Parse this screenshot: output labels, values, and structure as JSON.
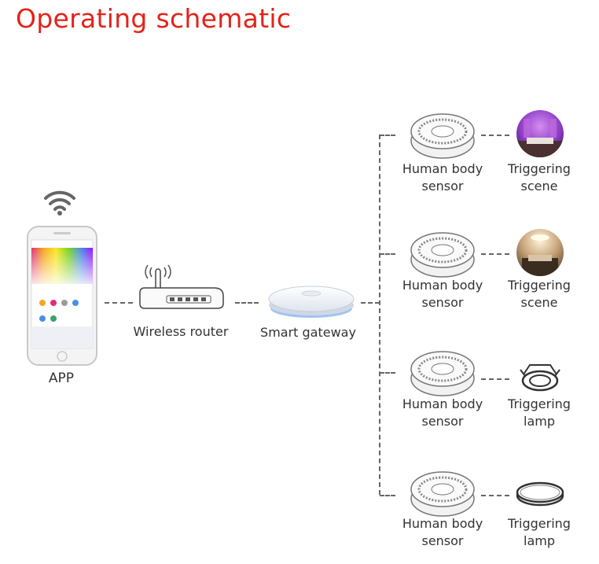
{
  "title": "Operating schematic",
  "labels": {
    "app": "APP",
    "router": "Wireless router",
    "gateway": "Smart gateway"
  },
  "rows": [
    {
      "sensor_line1": "Human body",
      "sensor_line2": "sensor",
      "trigger_line1": "Triggering",
      "trigger_line2": "scene",
      "trigger_icon": "purple-room-scene-icon"
    },
    {
      "sensor_line1": "Human body",
      "sensor_line2": "sensor",
      "trigger_line1": "Triggering",
      "trigger_line2": "scene",
      "trigger_icon": "warm-room-scene-icon"
    },
    {
      "sensor_line1": "Human body",
      "sensor_line2": "sensor",
      "trigger_line1": "Triggering",
      "trigger_line2": "lamp",
      "trigger_icon": "downlight-lamp-icon"
    },
    {
      "sensor_line1": "Human body",
      "sensor_line2": "sensor",
      "trigger_line1": "Triggering",
      "trigger_line2": "lamp",
      "trigger_icon": "ring-lamp-icon"
    }
  ],
  "colors": {
    "title": "#e2231a",
    "line": "#666666",
    "gateway_glow": "#7aa8e8"
  }
}
